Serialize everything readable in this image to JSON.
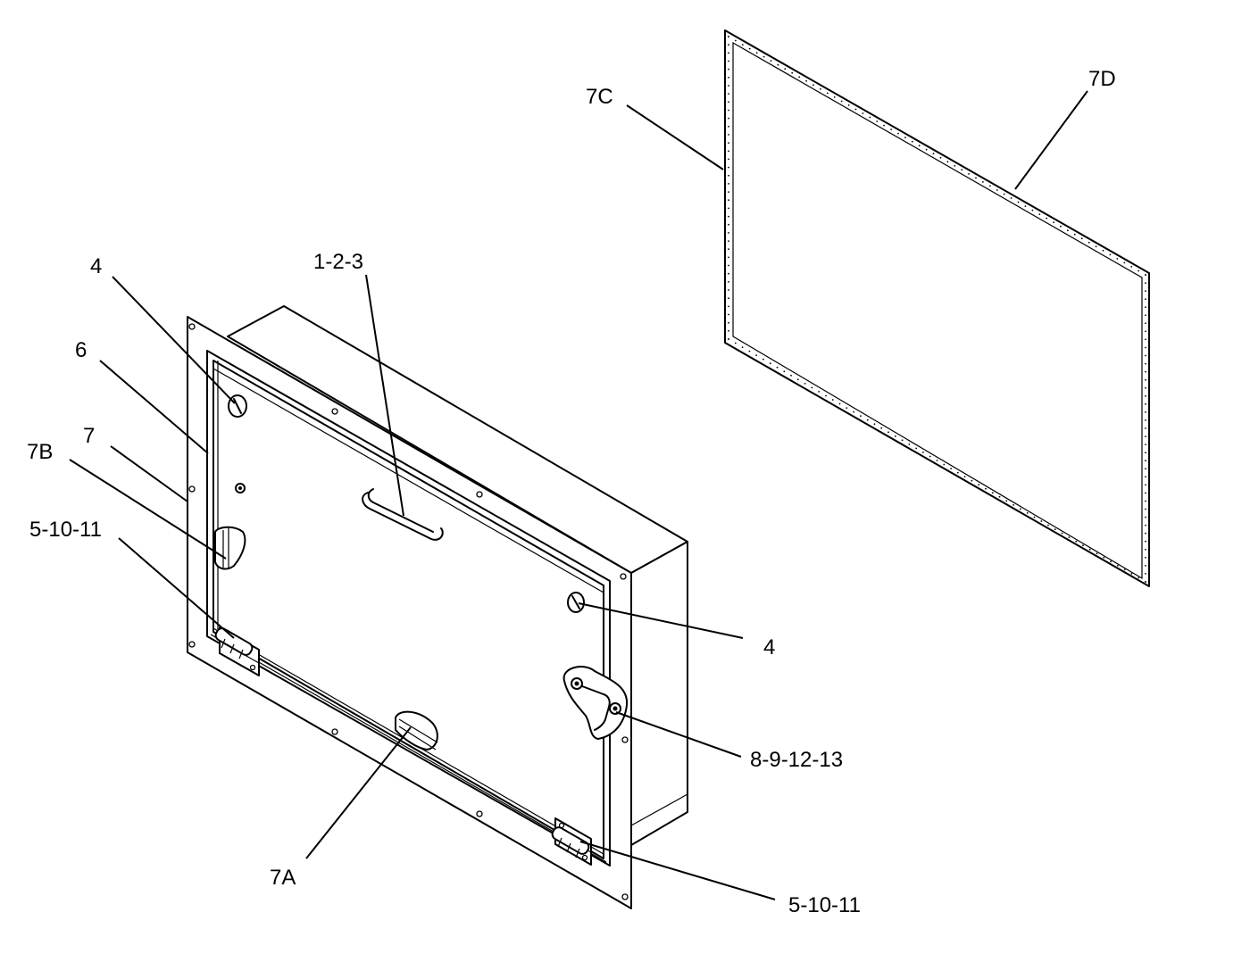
{
  "callouts": [
    {
      "text": "4"
    },
    {
      "text": "1-2-3"
    },
    {
      "text": "6"
    },
    {
      "text": "7"
    },
    {
      "text": "7B"
    },
    {
      "text": "5-10-11"
    },
    {
      "text": "4"
    },
    {
      "text": "8-9-12-13"
    },
    {
      "text": "7A"
    },
    {
      "text": "5-10-11"
    },
    {
      "text": "7C"
    },
    {
      "text": "7D"
    }
  ]
}
